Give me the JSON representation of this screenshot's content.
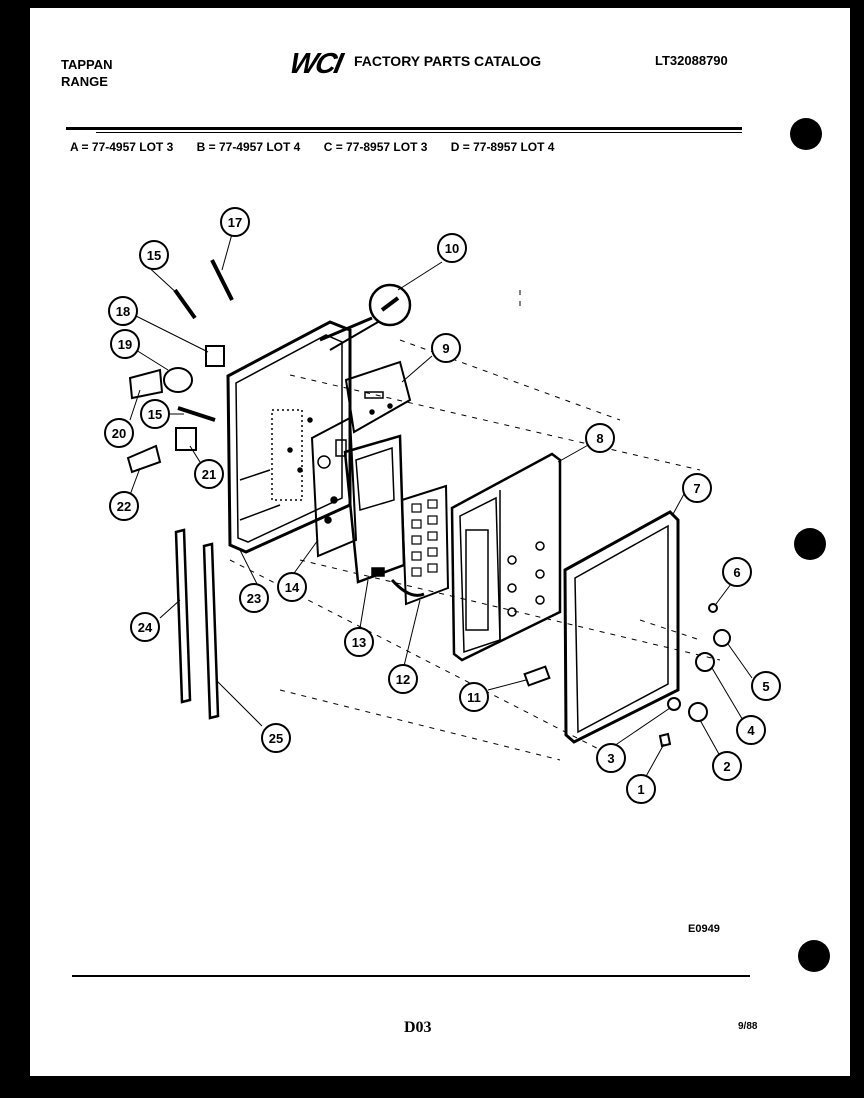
{
  "header": {
    "brand_line1": "TAPPAN",
    "brand_line2": "RANGE",
    "logo": "WCI",
    "catalog_title": "FACTORY PARTS CATALOG",
    "catalog_number": "LT32088790"
  },
  "variants": [
    "A = 77-4957 LOT 3",
    "B = 77-4957 LOT 4",
    "C = 77-8957 LOT 3",
    "D = 77-8957 LOT 4"
  ],
  "callouts": [
    "1",
    "2",
    "3",
    "4",
    "5",
    "6",
    "7",
    "8",
    "9",
    "10",
    "11",
    "12",
    "13",
    "14",
    "15",
    "15",
    "17",
    "18",
    "19",
    "20",
    "21",
    "22",
    "23",
    "24",
    "25"
  ],
  "footer": {
    "diagram_code": "E0949",
    "page_code": "D03",
    "date_code": "9/88"
  },
  "colors": {
    "ink": "#000000",
    "paper": "#ffffff"
  }
}
